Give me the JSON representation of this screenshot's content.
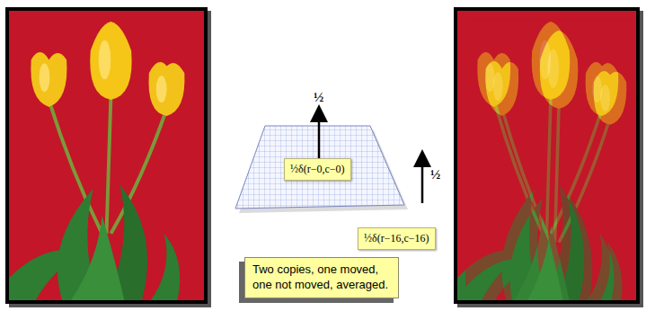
{
  "diagram": {
    "nodes": [
      {
        "text": [
          "½δ(r−0,c−0)"
        ]
      },
      {
        "text": [
          "½δ(r−16,c−16)"
        ]
      },
      {
        "text": [
          "Two copies, one moved, one not moved, averaged."
        ]
      }
    ],
    "labels": [
      "½",
      "½"
    ]
  }
}
